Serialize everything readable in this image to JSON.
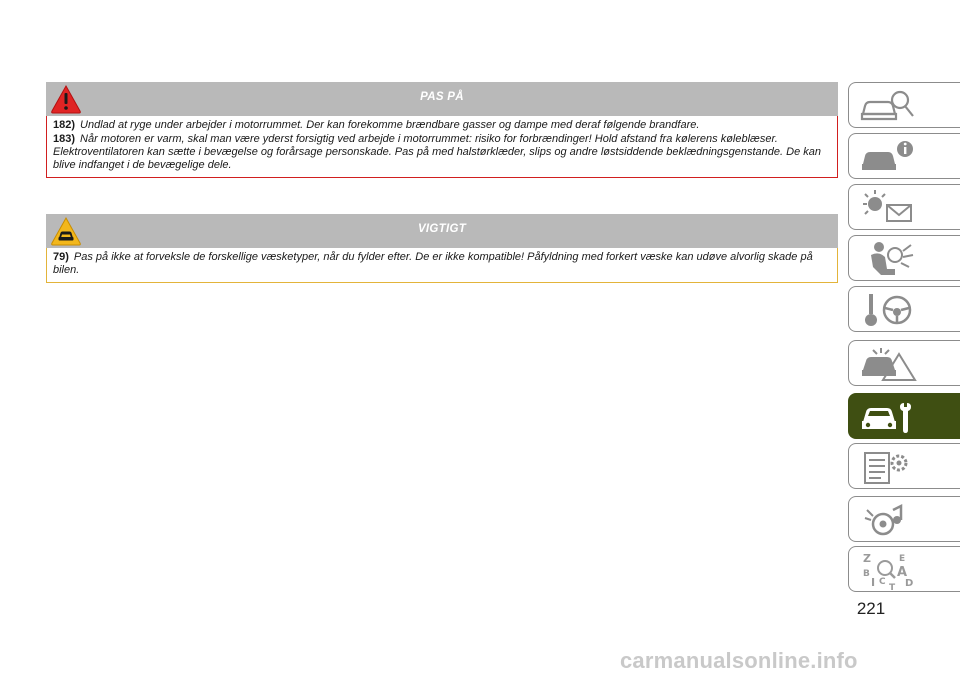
{
  "warning_notice": {
    "title": "PAS PÅ",
    "icon": "warning-triangle-icon",
    "border_color": "#d11f1f",
    "items": [
      {
        "num": "182)",
        "text": "Undlad at ryge under arbejder i motorrummet. Der kan forekomme brændbare gasser og dampe med deraf følgende brandfare."
      },
      {
        "num": "183)",
        "text": "Når motoren er varm, skal man være yderst forsigtig ved arbejde i motorrummet: risiko for forbrændinger! Hold afstand fra kølerens køleblæser. Elektroventilatoren kan sætte i bevægelse og forårsage personskade. Pas på med halstørklæder, slips og andre løstsiddende beklædningsgenstande. De kan blive indfanget i de bevægelige dele."
      }
    ]
  },
  "important_notice": {
    "title": "VIGTIGT",
    "icon": "car-hazard-triangle-icon",
    "border_color": "#e3b43a",
    "items": [
      {
        "num": "79)",
        "text": "Pas på ikke at forveksle de forskellige væsketyper, når du fylder efter. De er ikke kompatible! Påfyldning med forkert væske kan udøve alvorlig skade på bilen."
      }
    ]
  },
  "sidebar_tabs": [
    {
      "icon": "car-magnifier-icon",
      "active": false
    },
    {
      "icon": "car-info-icon",
      "active": false
    },
    {
      "icon": "warning-lights-message-icon",
      "active": false
    },
    {
      "icon": "seat-airbag-icon",
      "active": false
    },
    {
      "icon": "key-steering-wheel-icon",
      "active": false
    },
    {
      "icon": "car-emergency-icon",
      "active": false
    },
    {
      "icon": "car-wrench-icon",
      "active": true
    },
    {
      "icon": "technical-data-gear-icon",
      "active": false
    },
    {
      "icon": "multimedia-icon",
      "active": false
    },
    {
      "icon": "alphabetical-index-icon",
      "active": false
    }
  ],
  "sidebar_active_color": "#3f4f12",
  "index_letters": [
    "Z",
    "E",
    "B",
    "A",
    "I",
    "C",
    "D",
    "T"
  ],
  "page_number": "221",
  "watermark": "carmanualsonline.info"
}
